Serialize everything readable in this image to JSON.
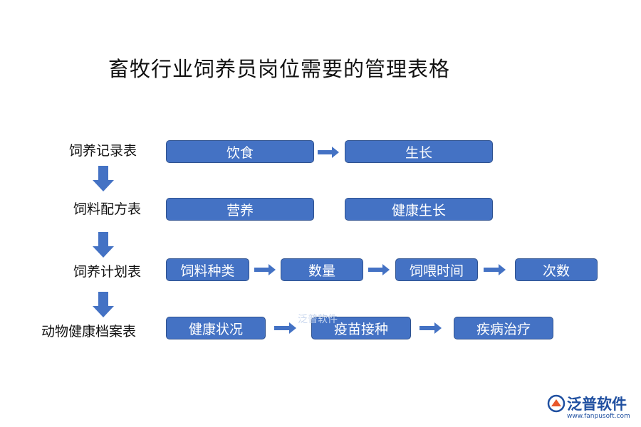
{
  "title": "畜牧行业饲养员岗位需要的管理表格",
  "rows": [
    {
      "label": "饲养记录表",
      "boxes": [
        "饮食",
        "生长"
      ]
    },
    {
      "label": "饲料配方表",
      "boxes": [
        "营养",
        "健康生长"
      ]
    },
    {
      "label": "饲养计划表",
      "boxes": [
        "饲料种类",
        "数量",
        "饲喂时间",
        "次数"
      ]
    },
    {
      "label": "动物健康档案表",
      "boxes": [
        "健康状况",
        "疫苗接种",
        "疾病治疗"
      ]
    }
  ],
  "watermark": "泛普软件",
  "logo": {
    "name": "泛普软件",
    "url": "www.fanpusoft.com"
  },
  "colors": {
    "box_fill": "#4472c4",
    "box_border": "#2f528f",
    "arrow": "#4472c4",
    "logo": "#1f4fa0"
  }
}
